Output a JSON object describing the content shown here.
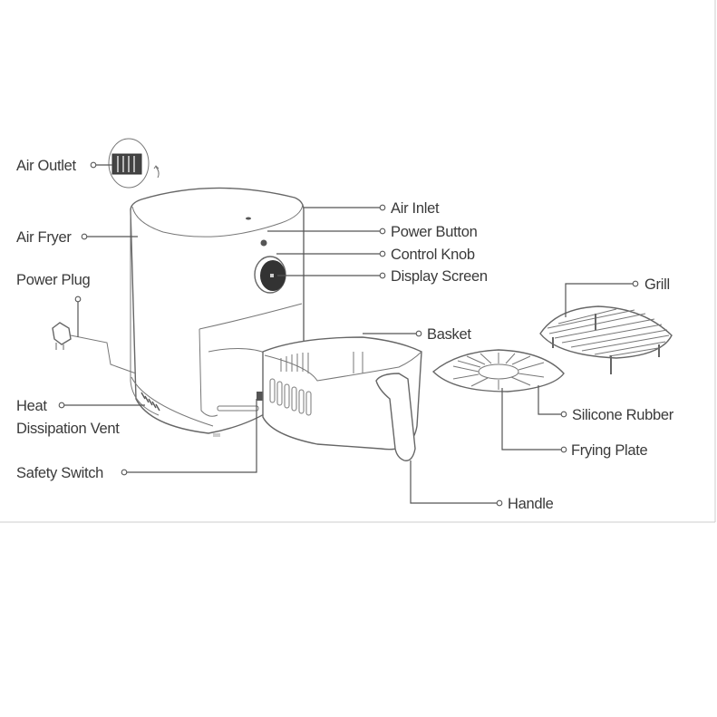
{
  "title": "Air Fryer components diagram",
  "labels": {
    "air_outlet": "Air Outlet",
    "air_fryer": "Air Fryer",
    "power_plug": "Power Plug",
    "heat_vent_line1": "Heat",
    "heat_vent_line2": "Dissipation Vent",
    "safety_switch": "Safety Switch",
    "air_inlet": "Air Inlet",
    "power_button": "Power Button",
    "control_knob": "Control Knob",
    "display_screen": "Display Screen",
    "grill": "Grill",
    "basket": "Basket",
    "silicone_rubber": "Silicone Rubber",
    "frying_plate": "Frying Plate",
    "handle": "Handle"
  }
}
